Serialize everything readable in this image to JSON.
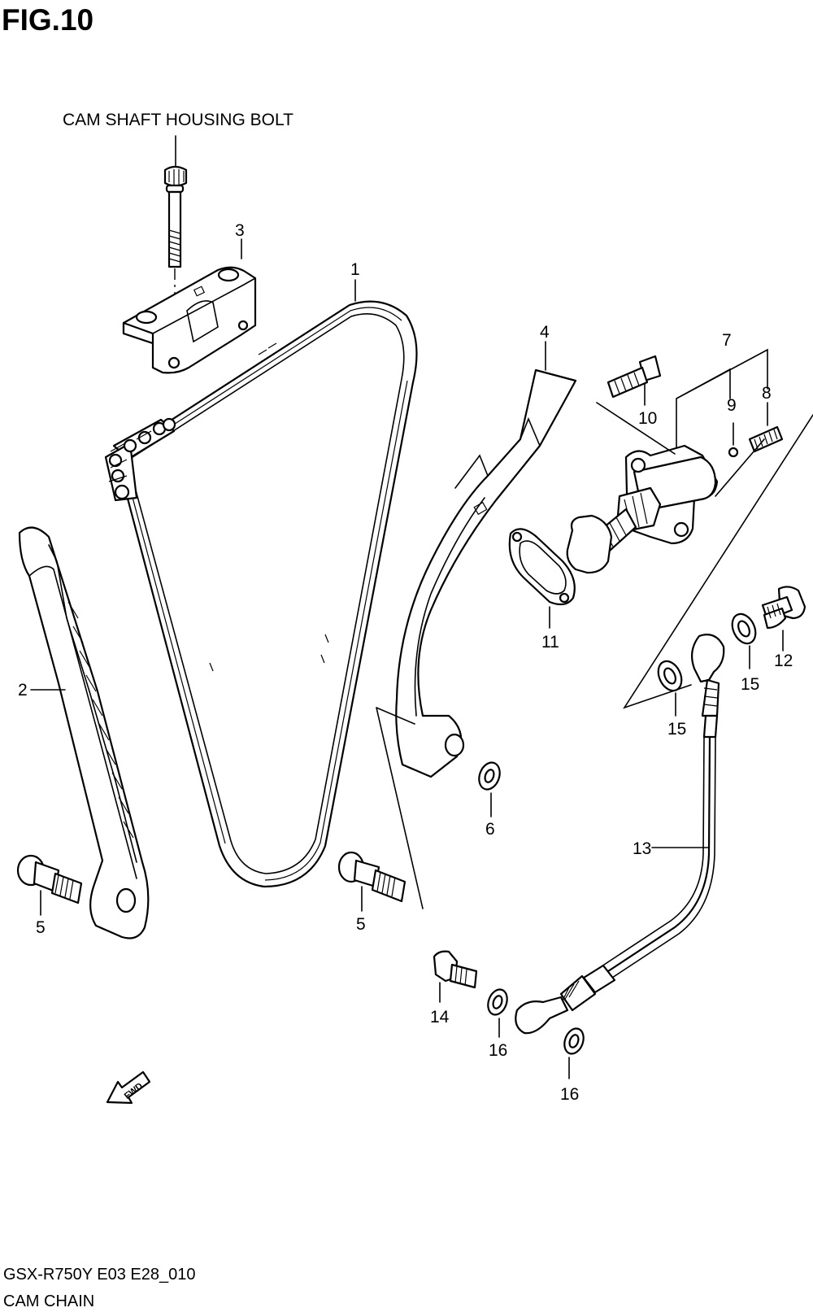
{
  "figure_title": "FIG.10",
  "callout_bolt": "CAM SHAFT HOUSING BOLT",
  "parts": [
    {
      "id": "cam-chain",
      "number": "1"
    },
    {
      "id": "cam-chain-guide-no2",
      "number": "2"
    },
    {
      "id": "cam-chain-guide-no3",
      "number": "3"
    },
    {
      "id": "cam-chain-tension-adjuster-guide",
      "number": "4"
    },
    {
      "id": "bolt-guide-left",
      "number": "5"
    },
    {
      "id": "bolt-guide-right",
      "number": "5"
    },
    {
      "id": "washer-guide",
      "number": "6"
    },
    {
      "id": "tension-adjuster-assy",
      "number": "7"
    },
    {
      "id": "spring",
      "number": "8"
    },
    {
      "id": "ball",
      "number": "9"
    },
    {
      "id": "gasket",
      "number": "10"
    },
    {
      "id": "adjuster-bolt",
      "number": "11"
    },
    {
      "id": "oil-hose",
      "number": "12"
    },
    {
      "id": "union-bolt-upper",
      "number": "13"
    },
    {
      "id": "union-bolt-lower",
      "number": "14"
    },
    {
      "id": "washer-upper-right",
      "number": "15"
    },
    {
      "id": "washer-upper-left",
      "number": "15"
    },
    {
      "id": "washer-lower-left",
      "number": "16"
    },
    {
      "id": "washer-lower-right",
      "number": "16"
    }
  ],
  "fwd_label": "FWD",
  "footer": {
    "model_code": "GSX-R750Y E03 E28_010",
    "section_name": "CAM CHAIN"
  }
}
